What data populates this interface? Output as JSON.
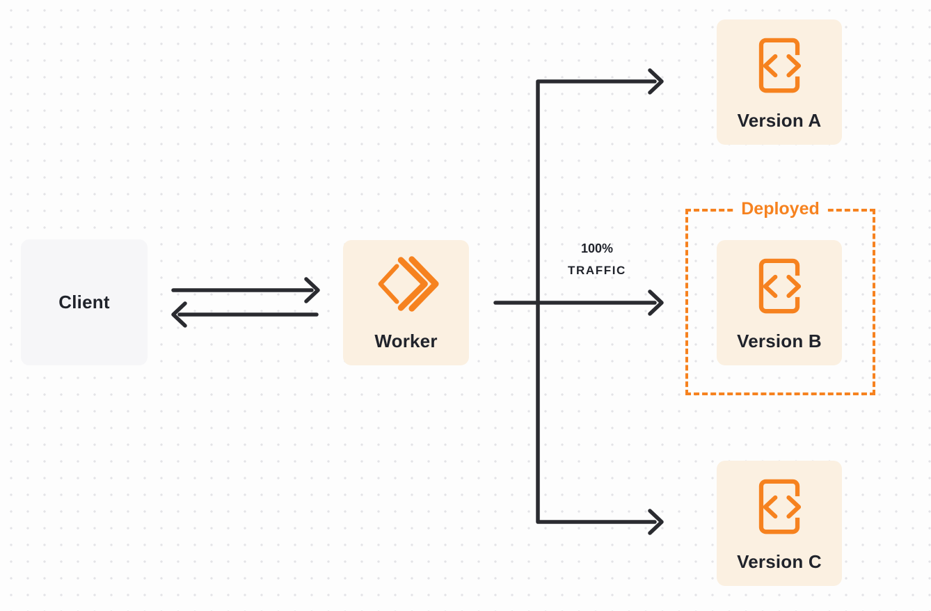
{
  "colors": {
    "orange": "#F6821F",
    "cream": "#FBF0E1",
    "client-bg": "#F6F6F8",
    "ink": "#20232B",
    "line": "#2A2B30",
    "bg": "#FDFDFD",
    "dot": "#E3E3E7"
  },
  "nodes": {
    "client": {
      "label": "Client"
    },
    "worker": {
      "label": "Worker",
      "icon": "cloudflare-workers-icon"
    },
    "versions": [
      {
        "label": "Version A",
        "icon": "code-file-icon"
      },
      {
        "label": "Version B",
        "icon": "code-file-icon"
      },
      {
        "label": "Version C",
        "icon": "code-file-icon"
      }
    ]
  },
  "annotations": {
    "deployed": "Deployed",
    "traffic_percent": "100%",
    "traffic_word": "TRAFFIC"
  },
  "edges": [
    {
      "from": "client",
      "to": "worker",
      "direction": "both"
    },
    {
      "from": "worker",
      "to": "version-a"
    },
    {
      "from": "worker",
      "to": "version-b",
      "label": "100% TRAFFIC"
    },
    {
      "from": "worker",
      "to": "version-c"
    }
  ]
}
